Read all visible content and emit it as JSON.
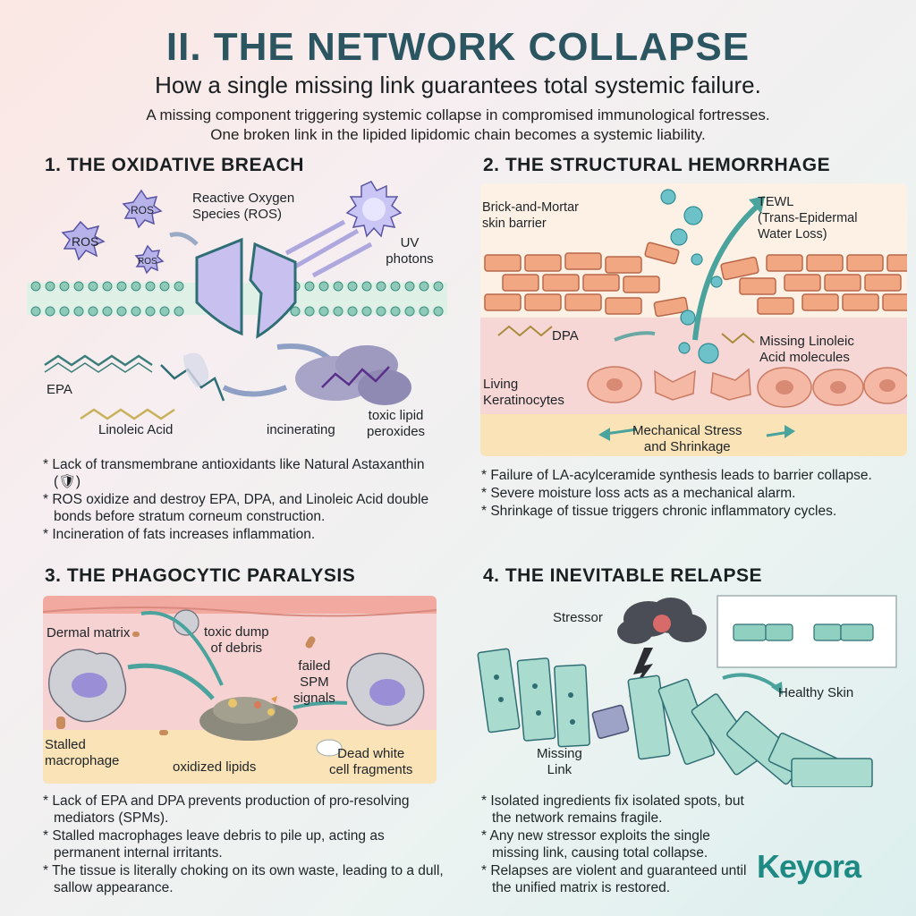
{
  "header": {
    "title": "II. THE NETWORK COLLAPSE",
    "subtitle": "How a single missing link guarantees total systemic failure.",
    "intro_line1": "A missing component triggering systemic collapse in compromised immunological fortresses.",
    "intro_line2": "One broken link in the lipided lipidomic chain becomes a systemic liability."
  },
  "sections": {
    "s1": {
      "heading": "1. THE OXIDATIVE BREACH",
      "labels": {
        "ros_big": "ROS",
        "ros_top": "ROS",
        "ros_small": "ROS",
        "ros_caption_1": "Reactive Oxygen",
        "ros_caption_2": "Species (ROS)",
        "uv_1": "UV",
        "uv_2": "photons",
        "epa": "EPA",
        "linoleic": "Linoleic Acid",
        "incinerating": "incinerating",
        "toxic_1": "toxic lipid",
        "toxic_2": "peroxides"
      },
      "bullets": [
        "Lack of transmembrane antioxidants like Natural Astaxanthin (🛡)",
        "ROS oxidize and destroy EPA, DPA, and Linoleic Acid double bonds before stratum corneum construction.",
        "Incineration of fats increases inflammation."
      ]
    },
    "s2": {
      "heading": "2. THE STRUCTURAL HEMORRHAGE",
      "labels": {
        "brick_1": "Brick-and-Mortar",
        "brick_2": "skin barrier",
        "tewl_1": "TEWL",
        "tewl_2": "(Trans-Epidermal",
        "tewl_3": "Water Loss)",
        "dpa": "DPA",
        "missing_la_1": "Missing Linoleic",
        "missing_la_2": "Acid molecules",
        "living_1": "Living",
        "living_2": "Keratinocytes",
        "stress_1": "Mechanical Stress",
        "stress_2": "and Shrinkage"
      },
      "bullets": [
        "Failure of LA-acylceramide synthesis leads to barrier collapse.",
        "Severe moisture loss acts as a mechanical alarm.",
        "Shrinkage of tissue triggers chronic inflammatory cycles."
      ]
    },
    "s3": {
      "heading": "3. THE PHAGOCYTIC PARALYSIS",
      "labels": {
        "dermal": "Dermal matrix",
        "dump_1": "toxic dump",
        "dump_2": "of debris",
        "spm_1": "failed",
        "spm_2": "SPM",
        "spm_3": "signals",
        "stalled_1": "Stalled",
        "stalled_2": "macrophage",
        "oxidized": "oxidized lipids",
        "dead_1": "Dead white",
        "dead_2": "cell fragments"
      },
      "bullets": [
        "Lack of EPA and DPA prevents production of pro-resolving mediators (SPMs).",
        "Stalled macrophages leave debris to pile up, acting as permanent internal irritants.",
        "The tissue is literally choking on its own waste, leading to a dull, sallow appearance."
      ]
    },
    "s4": {
      "heading": "4. THE INEVITABLE RELAPSE",
      "labels": {
        "stressor": "Stressor",
        "healthy": "Healthy Skin",
        "missing_1": "Missing",
        "missing_2": "Link"
      },
      "bullets": [
        "Isolated ingredients fix isolated spots, but the network remains fragile.",
        "Any new stressor exploits the single missing link, causing total collapse.",
        "Relapses are violent and guaranteed until the unified matrix is restored."
      ]
    }
  },
  "logo": {
    "text": "Keyora"
  },
  "colors": {
    "title": "#2b5560",
    "teal": "#4aa39c",
    "brick": "#f0a782",
    "lavender": "#b9b3e8",
    "skin_pink": "#f6d3d2",
    "skin_yellow": "#fbe3b8"
  }
}
